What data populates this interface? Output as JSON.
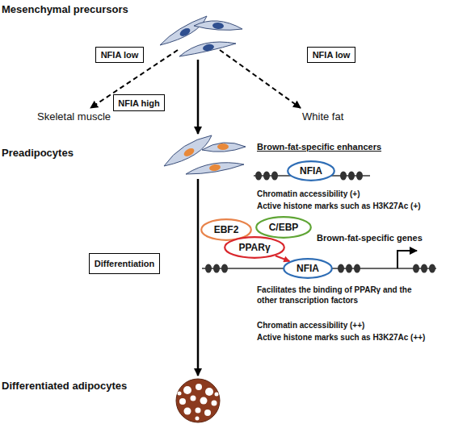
{
  "diagram": {
    "nodes": [
      {
        "text": [
          "NFIA low"
        ]
      },
      {
        "text": [
          "NFIA low"
        ]
      },
      {
        "text": [
          "NFIA high"
        ]
      },
      {
        "text": [
          "NFIA"
        ]
      },
      {
        "text": [
          "EBF2"
        ]
      },
      {
        "text": [
          "C/EBP"
        ]
      },
      {
        "text": [
          "Differentiation"
        ]
      },
      {
        "text": [
          "PPARγ"
        ]
      },
      {
        "text": [
          "NFIA"
        ]
      }
    ],
    "edges": [
      {
        "from": 7,
        "to": 8,
        "arrow": "to"
      }
    ],
    "labels": [
      "Mesenchymal precursors",
      "Skeletal muscle",
      "White fat",
      "Preadipocytes",
      "Brown-fat-specific enhancers",
      "Chromatin accessibility (+)",
      "Active histone marks such as H3K27Ac (+)",
      "Brown-fat-specific genes",
      "Facilitates the binding of PPARγ and the other transcription factors",
      "Chromatin accessibility (++)",
      "Active histone marks such as H3K27Ac (++)",
      "Differentiated adipocytes"
    ]
  }
}
